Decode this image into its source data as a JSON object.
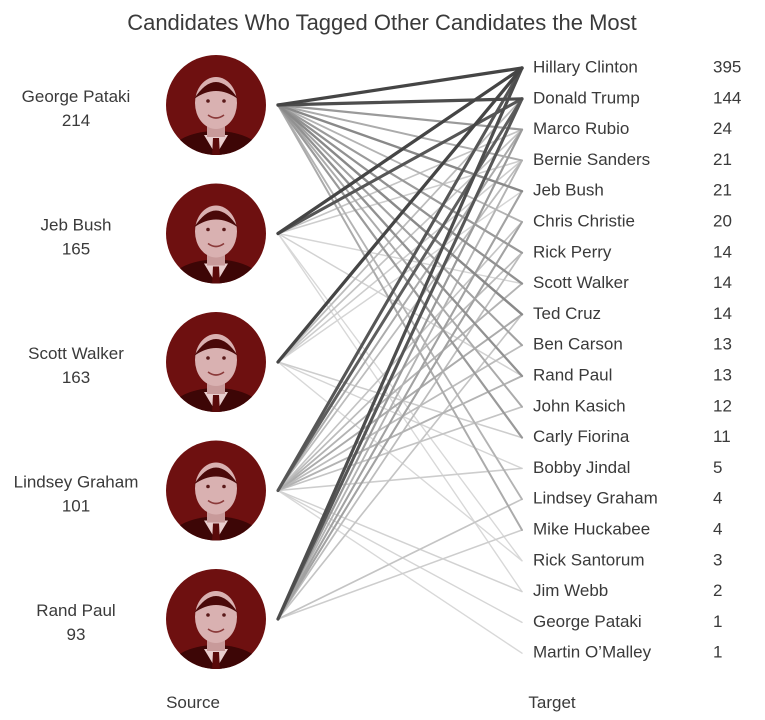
{
  "chart_data": {
    "type": "bipartite-network",
    "title": "Candidates Who Tagged Other Candidates the Most",
    "source_axis_label": "Source",
    "target_axis_label": "Target",
    "colors": {
      "photo_tint": "#8b1a1a",
      "link_dark": "#3c3c3c",
      "link_light": "#e6e6e6",
      "text": "#3a3a3a"
    },
    "sources": [
      {
        "name": "George Pataki",
        "count": 214
      },
      {
        "name": "Jeb Bush",
        "count": 165
      },
      {
        "name": "Scott Walker",
        "count": 163
      },
      {
        "name": "Lindsey Graham",
        "count": 101
      },
      {
        "name": "Rand Paul",
        "count": 93
      }
    ],
    "targets": [
      {
        "name": "Hillary Clinton",
        "count": 395
      },
      {
        "name": "Donald Trump",
        "count": 144
      },
      {
        "name": "Marco Rubio",
        "count": 24
      },
      {
        "name": "Bernie Sanders",
        "count": 21
      },
      {
        "name": "Jeb Bush",
        "count": 21
      },
      {
        "name": "Chris Christie",
        "count": 20
      },
      {
        "name": "Rick Perry",
        "count": 14
      },
      {
        "name": "Scott Walker",
        "count": 14
      },
      {
        "name": "Ted Cruz",
        "count": 14
      },
      {
        "name": "Ben Carson",
        "count": 13
      },
      {
        "name": "Rand Paul",
        "count": 13
      },
      {
        "name": "John Kasich",
        "count": 12
      },
      {
        "name": "Carly Fiorina",
        "count": 11
      },
      {
        "name": "Bobby Jindal",
        "count": 5
      },
      {
        "name": "Lindsey Graham",
        "count": 4
      },
      {
        "name": "Mike Huckabee",
        "count": 4
      },
      {
        "name": "Rick Santorum",
        "count": 3
      },
      {
        "name": "Jim Webb",
        "count": 2
      },
      {
        "name": "George Pataki",
        "count": 1
      },
      {
        "name": "Martin O’Malley",
        "count": 1
      }
    ],
    "links": [
      {
        "source": "George Pataki",
        "target": "Hillary Clinton",
        "strength": 0.95
      },
      {
        "source": "George Pataki",
        "target": "Donald Trump",
        "strength": 0.9
      },
      {
        "source": "George Pataki",
        "target": "Marco Rubio",
        "strength": 0.45
      },
      {
        "source": "George Pataki",
        "target": "Bernie Sanders",
        "strength": 0.35
      },
      {
        "source": "George Pataki",
        "target": "Jeb Bush",
        "strength": 0.55
      },
      {
        "source": "George Pataki",
        "target": "Chris Christie",
        "strength": 0.3
      },
      {
        "source": "George Pataki",
        "target": "Rick Perry",
        "strength": 0.45
      },
      {
        "source": "George Pataki",
        "target": "Scott Walker",
        "strength": 0.5
      },
      {
        "source": "George Pataki",
        "target": "Ted Cruz",
        "strength": 0.55
      },
      {
        "source": "George Pataki",
        "target": "Ben Carson",
        "strength": 0.4
      },
      {
        "source": "George Pataki",
        "target": "Rand Paul",
        "strength": 0.5
      },
      {
        "source": "George Pataki",
        "target": "John Kasich",
        "strength": 0.35
      },
      {
        "source": "George Pataki",
        "target": "Carly Fiorina",
        "strength": 0.45
      },
      {
        "source": "George Pataki",
        "target": "Lindsey Graham",
        "strength": 0.3
      },
      {
        "source": "George Pataki",
        "target": "Mike Huckabee",
        "strength": 0.35
      },
      {
        "source": "Jeb Bush",
        "target": "Hillary Clinton",
        "strength": 0.95
      },
      {
        "source": "Jeb Bush",
        "target": "Donald Trump",
        "strength": 0.85
      },
      {
        "source": "Jeb Bush",
        "target": "Marco Rubio",
        "strength": 0.2
      },
      {
        "source": "Jeb Bush",
        "target": "Bernie Sanders",
        "strength": 0.15
      },
      {
        "source": "Jeb Bush",
        "target": "Scott Walker",
        "strength": 0.1
      },
      {
        "source": "Jeb Bush",
        "target": "Rand Paul",
        "strength": 0.12
      },
      {
        "source": "Jeb Bush",
        "target": "Rick Santorum",
        "strength": 0.08
      },
      {
        "source": "Jeb Bush",
        "target": "Jim Webb",
        "strength": 0.08
      },
      {
        "source": "Scott Walker",
        "target": "Hillary Clinton",
        "strength": 0.95
      },
      {
        "source": "Scott Walker",
        "target": "Donald Trump",
        "strength": 0.25
      },
      {
        "source": "Scott Walker",
        "target": "Marco Rubio",
        "strength": 0.2
      },
      {
        "source": "Scott Walker",
        "target": "Bernie Sanders",
        "strength": 0.15
      },
      {
        "source": "Scott Walker",
        "target": "Jeb Bush",
        "strength": 0.1
      },
      {
        "source": "Scott Walker",
        "target": "Carly Fiorina",
        "strength": 0.15
      },
      {
        "source": "Scott Walker",
        "target": "Bobby Jindal",
        "strength": 0.1
      },
      {
        "source": "Scott Walker",
        "target": "Rick Santorum",
        "strength": 0.08
      },
      {
        "source": "Lindsey Graham",
        "target": "Hillary Clinton",
        "strength": 0.85
      },
      {
        "source": "Lindsey Graham",
        "target": "Donald Trump",
        "strength": 0.8
      },
      {
        "source": "Lindsey Graham",
        "target": "Marco Rubio",
        "strength": 0.35
      },
      {
        "source": "Lindsey Graham",
        "target": "Bernie Sanders",
        "strength": 0.25
      },
      {
        "source": "Lindsey Graham",
        "target": "Chris Christie",
        "strength": 0.2
      },
      {
        "source": "Lindsey Graham",
        "target": "Rick Perry",
        "strength": 0.25
      },
      {
        "source": "Lindsey Graham",
        "target": "Scott Walker",
        "strength": 0.3
      },
      {
        "source": "Lindsey Graham",
        "target": "Ted Cruz",
        "strength": 0.35
      },
      {
        "source": "Lindsey Graham",
        "target": "Ben Carson",
        "strength": 0.25
      },
      {
        "source": "Lindsey Graham",
        "target": "Rand Paul",
        "strength": 0.3
      },
      {
        "source": "Lindsey Graham",
        "target": "John Kasich",
        "strength": 0.2
      },
      {
        "source": "Lindsey Graham",
        "target": "Bobby Jindal",
        "strength": 0.15
      },
      {
        "source": "Lindsey Graham",
        "target": "Jim Webb",
        "strength": 0.12
      },
      {
        "source": "Lindsey Graham",
        "target": "George Pataki",
        "strength": 0.1
      },
      {
        "source": "Lindsey Graham",
        "target": "Martin O’Malley",
        "strength": 0.08
      },
      {
        "source": "Rand Paul",
        "target": "Hillary Clinton",
        "strength": 0.9
      },
      {
        "source": "Rand Paul",
        "target": "Donald Trump",
        "strength": 0.85
      },
      {
        "source": "Rand Paul",
        "target": "Marco Rubio",
        "strength": 0.45
      },
      {
        "source": "Rand Paul",
        "target": "Bernie Sanders",
        "strength": 0.3
      },
      {
        "source": "Rand Paul",
        "target": "Jeb Bush",
        "strength": 0.4
      },
      {
        "source": "Rand Paul",
        "target": "Chris Christie",
        "strength": 0.4
      },
      {
        "source": "Rand Paul",
        "target": "Rick Perry",
        "strength": 0.25
      },
      {
        "source": "Rand Paul",
        "target": "Ted Cruz",
        "strength": 0.2
      },
      {
        "source": "Rand Paul",
        "target": "Lindsey Graham",
        "strength": 0.2
      },
      {
        "source": "Rand Paul",
        "target": "Mike Huckabee",
        "strength": 0.15
      }
    ]
  }
}
